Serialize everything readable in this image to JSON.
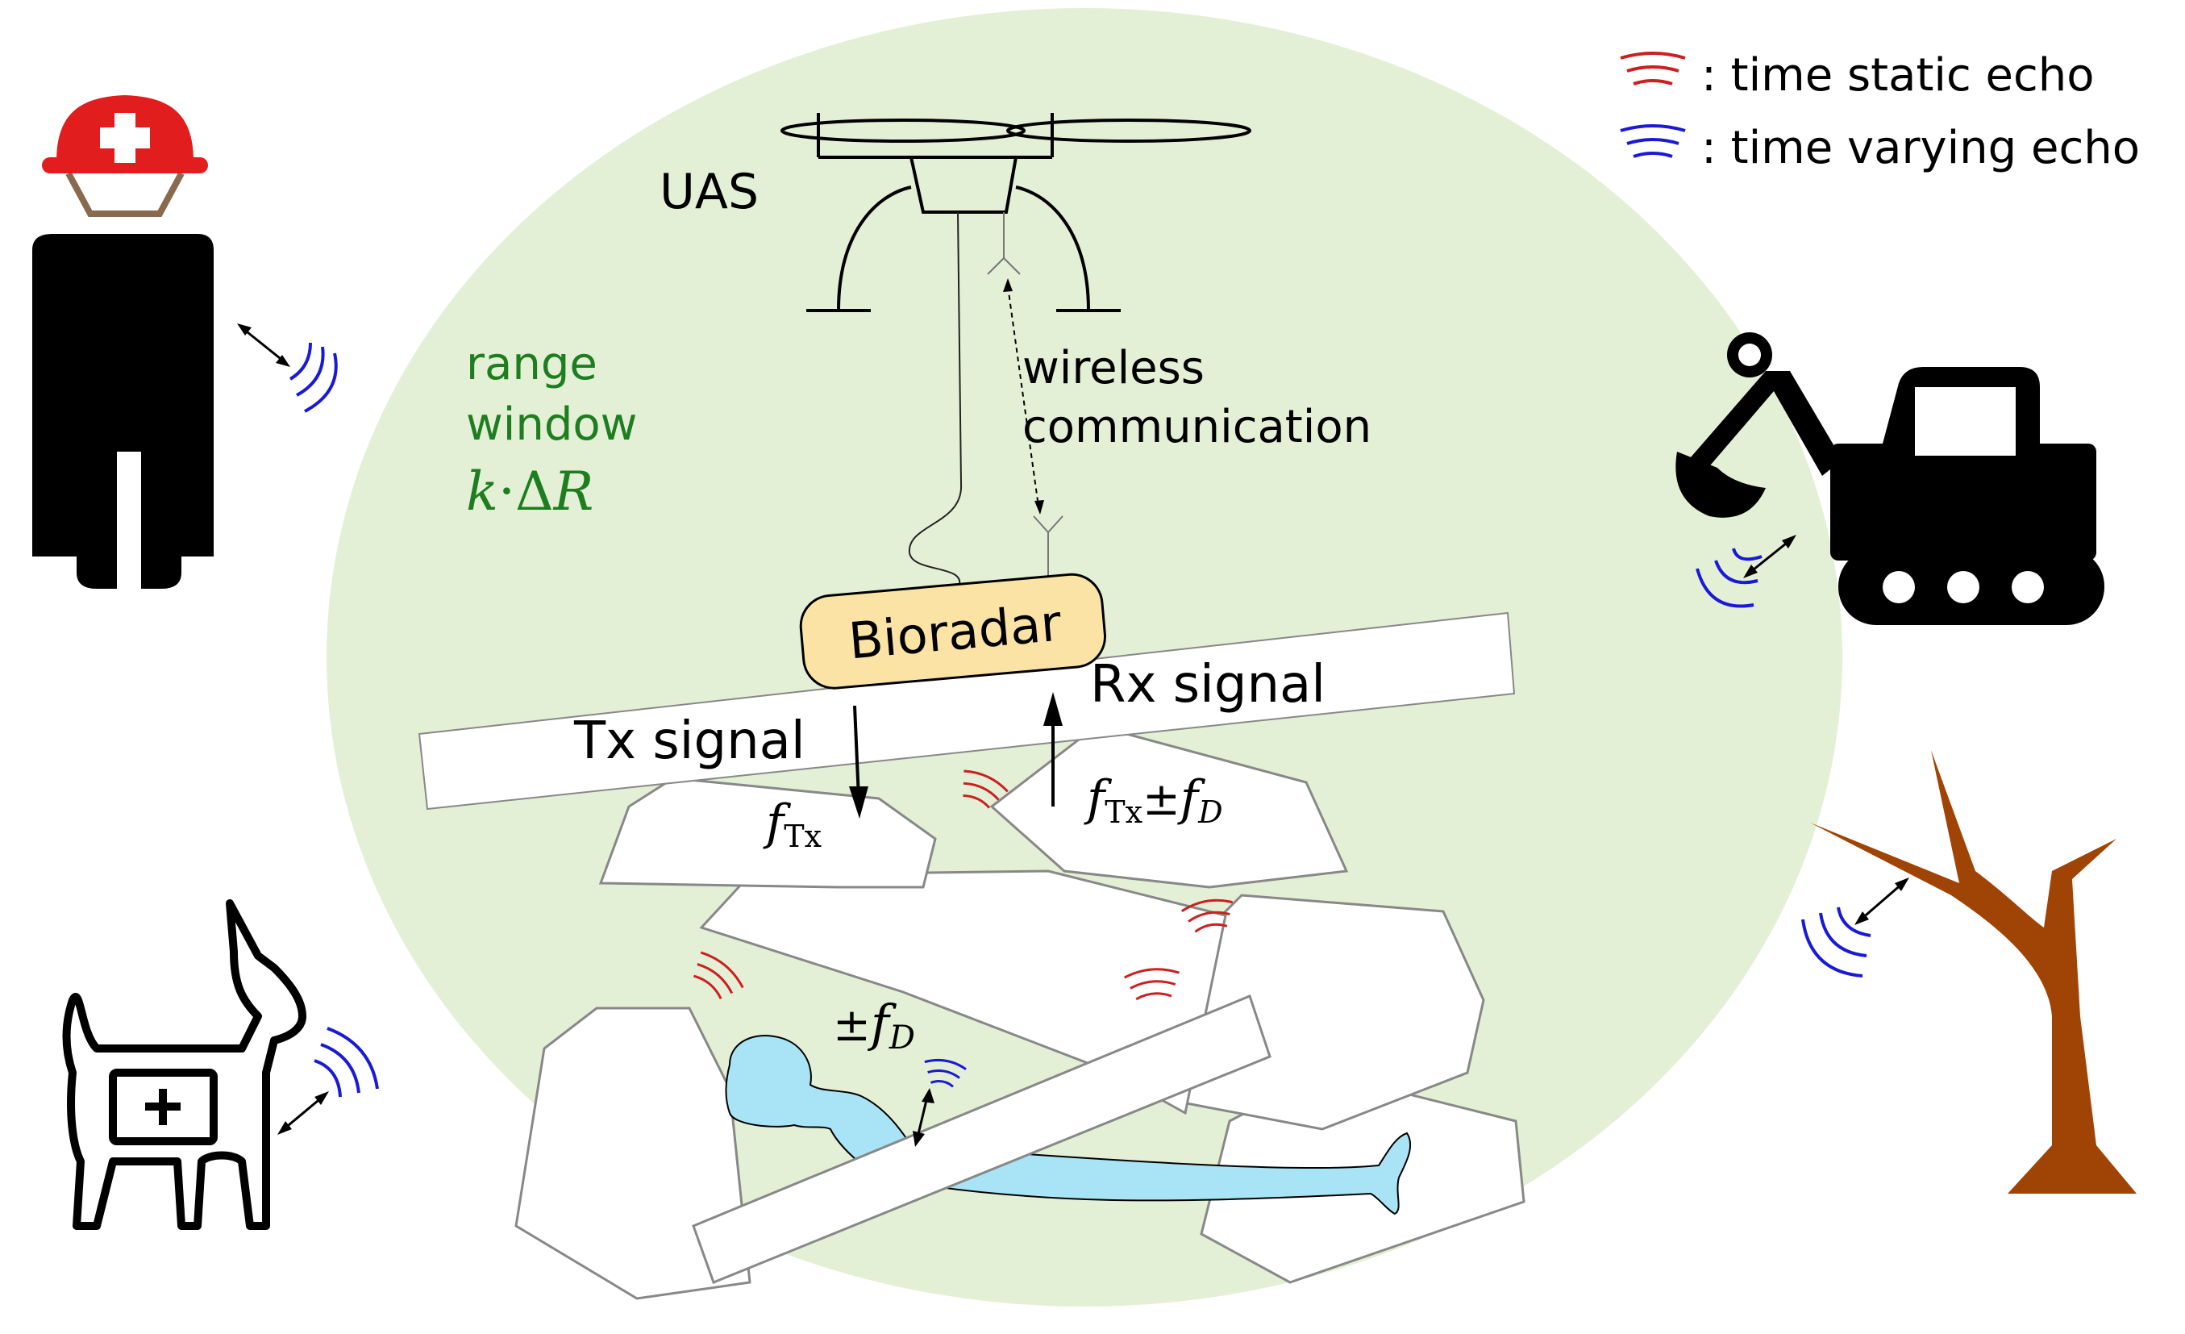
{
  "labels": {
    "uas": "UAS",
    "range_window_line1": "range",
    "range_window_line2": "window",
    "range_window_formula_k": "k",
    "range_window_formula_dot": "·",
    "range_window_formula_delta": "Δ",
    "range_window_formula_r": "R",
    "wireless_line1": "wireless",
    "wireless_line2": "communication",
    "bioradar": "Bioradar",
    "tx_signal": "Tx signal",
    "rx_signal": "Rx signal",
    "f_tx_f": "f",
    "f_tx_sub": "Tx",
    "f_rx_f": "f",
    "f_rx_sub": "Tx",
    "f_rx_pm": "±",
    "f_rx_fd_f": "f",
    "f_rx_fd_sub": "D",
    "pm_fd_pm": "±",
    "pm_fd_f": "f",
    "pm_fd_sub": "D"
  },
  "legend": {
    "static": ": time static echo",
    "varying": ": time varying echo"
  },
  "colors": {
    "background_circle": "#e3f0d6",
    "range_window_text": "#1e7d1e",
    "static_echo": "#cc1f1f",
    "varying_echo": "#1a1ad6",
    "bioradar_fill": "#fbe3a6",
    "victim_fill": "#a8e4f5",
    "tree": "#a04406",
    "helmet": "#e21d1d",
    "rubble_stroke": "#888888"
  },
  "icons": [
    "rescuer-icon",
    "rescue-dog-icon",
    "excavator-icon",
    "tree-icon",
    "drone-icon"
  ]
}
